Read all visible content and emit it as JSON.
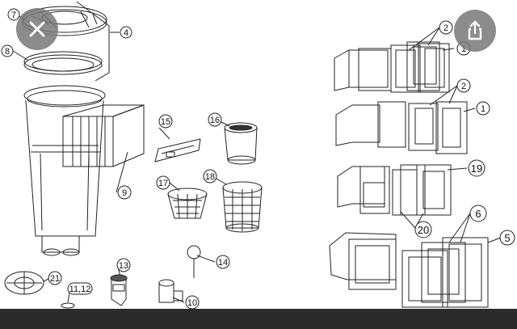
{
  "diagram": {
    "callouts": {
      "c7": "7",
      "c8": "8",
      "c4": "4",
      "c9": "9",
      "c15": "15",
      "c16": "16",
      "c17": "17",
      "c18": "18",
      "c21": "21",
      "c1112": "11,12",
      "c13": "13",
      "c14": "14",
      "c10": "10",
      "r2a": "2",
      "r1a": "1",
      "r2b": "2",
      "r1b": "1",
      "r19": "19",
      "r20": "20",
      "r6": "6",
      "r5": "5"
    }
  },
  "icons": {
    "close": "close-icon",
    "share": "share-icon"
  }
}
